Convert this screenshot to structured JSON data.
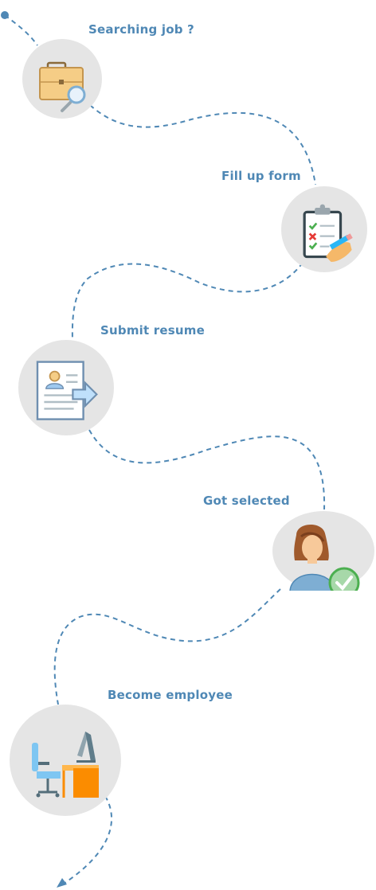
{
  "steps": [
    {
      "label": "Searching job ?",
      "icon": "briefcase-search-icon"
    },
    {
      "label": "Fill up form",
      "icon": "clipboard-checklist-icon"
    },
    {
      "label": "Submit resume",
      "icon": "resume-send-icon"
    },
    {
      "label": "Got selected",
      "icon": "selected-person-icon"
    },
    {
      "label": "Become employee",
      "icon": "office-desk-icon"
    }
  ],
  "colors": {
    "path": "#4f88b5",
    "label": "#4f88b5",
    "circle": "#e5e5e5"
  }
}
